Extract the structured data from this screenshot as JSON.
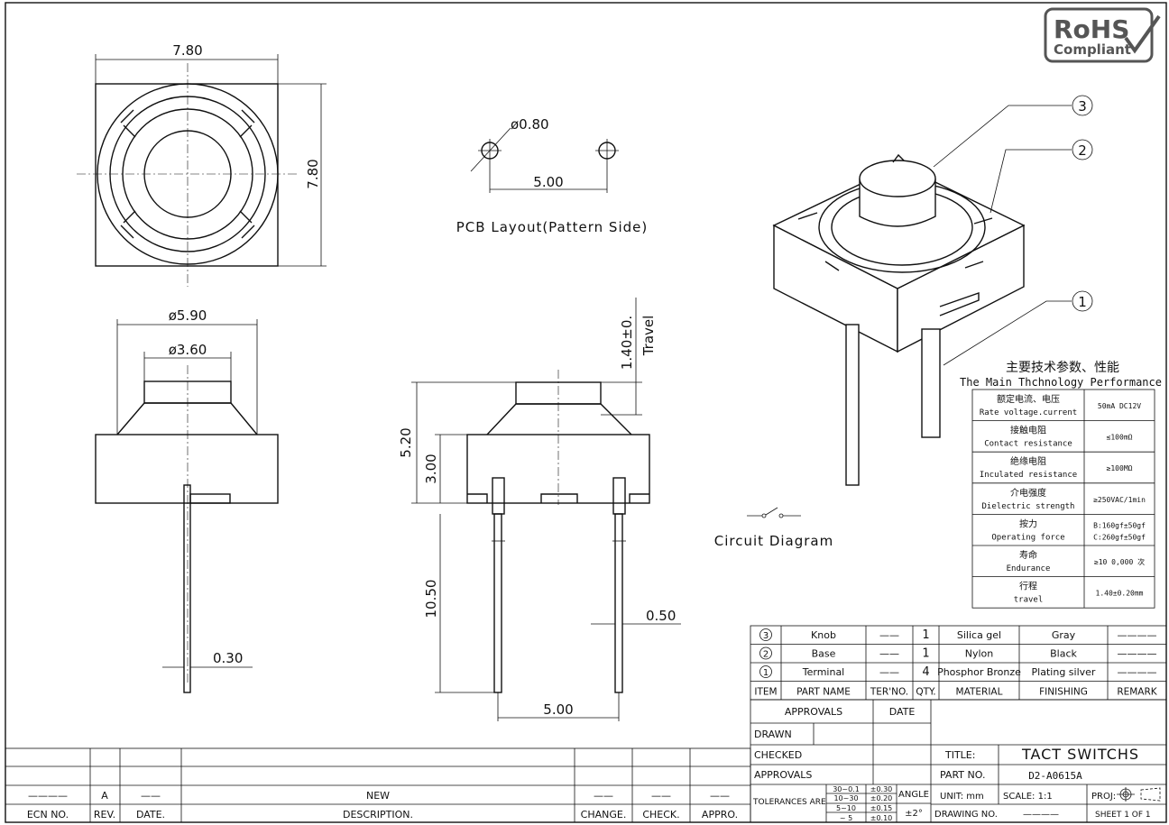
{
  "dimensions": {
    "top_width": "7.80",
    "top_height": "7.80",
    "pcb_hole_dia": "ø0.80",
    "pcb_pitch": "5.00",
    "pcb_caption": "PCB Layout(Pattern Side)",
    "side_outer_dia": "ø5.90",
    "side_inner_dia": "ø3.60",
    "side_pin_width": "0.30",
    "front_travel": "1.40±0.",
    "front_travel_label": "Travel",
    "front_total_height": "5.20",
    "front_body_height": "3.00",
    "front_pin_length": "10.50",
    "front_pin_width": "0.50",
    "front_pin_pitch": "5.00",
    "circuit_caption": "Circuit Diagram",
    "balloon_1": "1",
    "balloon_2": "2",
    "balloon_3": "3"
  },
  "logo": {
    "line1": "RoHS",
    "line2": "Compliant"
  },
  "performance": {
    "title_cn": "主要技术参数、性能",
    "title_en": "The Main Thchnology Performance",
    "rows": [
      {
        "cn": "额定电流、电压",
        "en": "Rate voltage.current",
        "value": "50mA DC12V"
      },
      {
        "cn": "接触电阻",
        "en": "Contact resistance",
        "value": "≤100mΩ"
      },
      {
        "cn": "绝缘电阻",
        "en": "Inculated resistance",
        "value": "≥100MΩ"
      },
      {
        "cn": "介电强度",
        "en": "Dielectric strength",
        "value": "≥250VAC/1min"
      },
      {
        "cn": "按力",
        "en": "Operating force",
        "value": "B:160gf±50gf",
        "value2": "C:260gf±50gf"
      },
      {
        "cn": "寿命",
        "en": "Endurance",
        "value": "≥10 0,000 次"
      },
      {
        "cn": "行程",
        "en": "travel",
        "value": "1.40±0.20mm"
      }
    ]
  },
  "bom": {
    "rows": [
      {
        "item": "3",
        "part": "Knob",
        "ter": "——",
        "qty": "1",
        "material": "Silica gel",
        "finishing": "Gray",
        "remark": "————"
      },
      {
        "item": "2",
        "part": "Base",
        "ter": "——",
        "qty": "1",
        "material": "Nylon",
        "finishing": "Black",
        "remark": "————"
      },
      {
        "item": "1",
        "part": "Terminal",
        "ter": "——",
        "qty": "4",
        "material": "Phosphor Bronze",
        "finishing": "Plating silver",
        "remark": "————"
      }
    ],
    "headers": {
      "item": "ITEM",
      "part": "PART NAME",
      "ter": "TER'NO.",
      "qty": "QTY.",
      "material": "MATERIAL",
      "finishing": "FINISHING",
      "remark": "REMARK"
    }
  },
  "title_block": {
    "approvals_header": "APPROVALS",
    "date_header": "DATE",
    "drawn": "DRAWN",
    "checked": "CHECKED",
    "approvals": "APPROVALS",
    "title_label": "TITLE:",
    "title_value": "TACT  SWITCHS",
    "part_no_label": "PART  NO.",
    "part_no_value": "D2-A0615A",
    "tolerances_label": "TOLERANCES  ARE",
    "tol_ranges": [
      "30~0.1",
      "10~30",
      "5~10",
      "~ 5"
    ],
    "tol_values": [
      "±0.30",
      "±0.20",
      "±0.15",
      "±0.10"
    ],
    "angle_label": "ANGLE",
    "angle_value": "±2°",
    "unit": "UNIT:  mm",
    "scale": "SCALE:   1:1",
    "proj": "PROJ:",
    "drawing_no": "DRAWING NO.",
    "drawing_no_value": "————",
    "sheet": "SHEET   1  OF  1"
  },
  "revision_block": {
    "row_rev": "A",
    "row_date": "——",
    "row_desc": "NEW",
    "row_ecn": "————",
    "row_change": "——",
    "row_check": "——",
    "row_appro": "——",
    "h_ecn": "ECN  NO.",
    "h_rev": "REV.",
    "h_date": "DATE.",
    "h_desc": "DESCRIPTION.",
    "h_change": "CHANGE.",
    "h_check": "CHECK.",
    "h_appro": "APPRO."
  }
}
